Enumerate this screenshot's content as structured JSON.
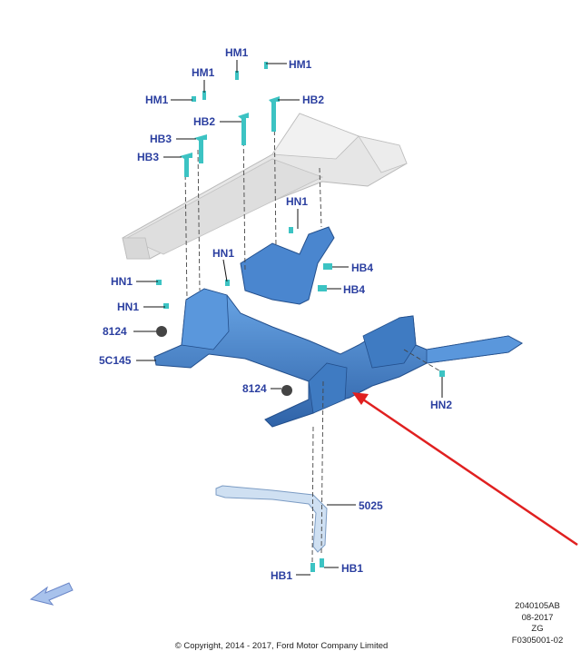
{
  "labels": {
    "hm1_a": "HM1",
    "hm1_b": "HM1",
    "hm1_c": "HM1",
    "hm1_d": "HM1",
    "hb2_a": "HB2",
    "hb2_b": "HB2",
    "hb3_a": "HB3",
    "hb3_b": "HB3",
    "hn1_a": "HN1",
    "hn1_b": "HN1",
    "hn1_c": "HN1",
    "hn1_d": "HN1",
    "hb4_a": "HB4",
    "hb4_b": "HB4",
    "p8124_a": "8124",
    "p8124_b": "8124",
    "p5c145": "5C145",
    "hn2": "HN2",
    "p5025": "5025",
    "hb1_a": "HB1",
    "hb1_b": "HB1"
  },
  "footer": {
    "copyright": "© Copyright, 2014 - 2017, Ford Motor Company Limited",
    "ref_lines": [
      "2040105AB",
      "08-2017",
      "ZG",
      "F0305001-02"
    ]
  },
  "icons": [
    "back-arrow-icon",
    "callout-arrow"
  ],
  "colors": {
    "label": "#2b3fa0",
    "frame": "#4f8fd6",
    "frame_dark": "#2f63a8",
    "fastener": "#3cc3c3",
    "arrow": "#e02020",
    "body_gray": "#e4e4e4"
  }
}
